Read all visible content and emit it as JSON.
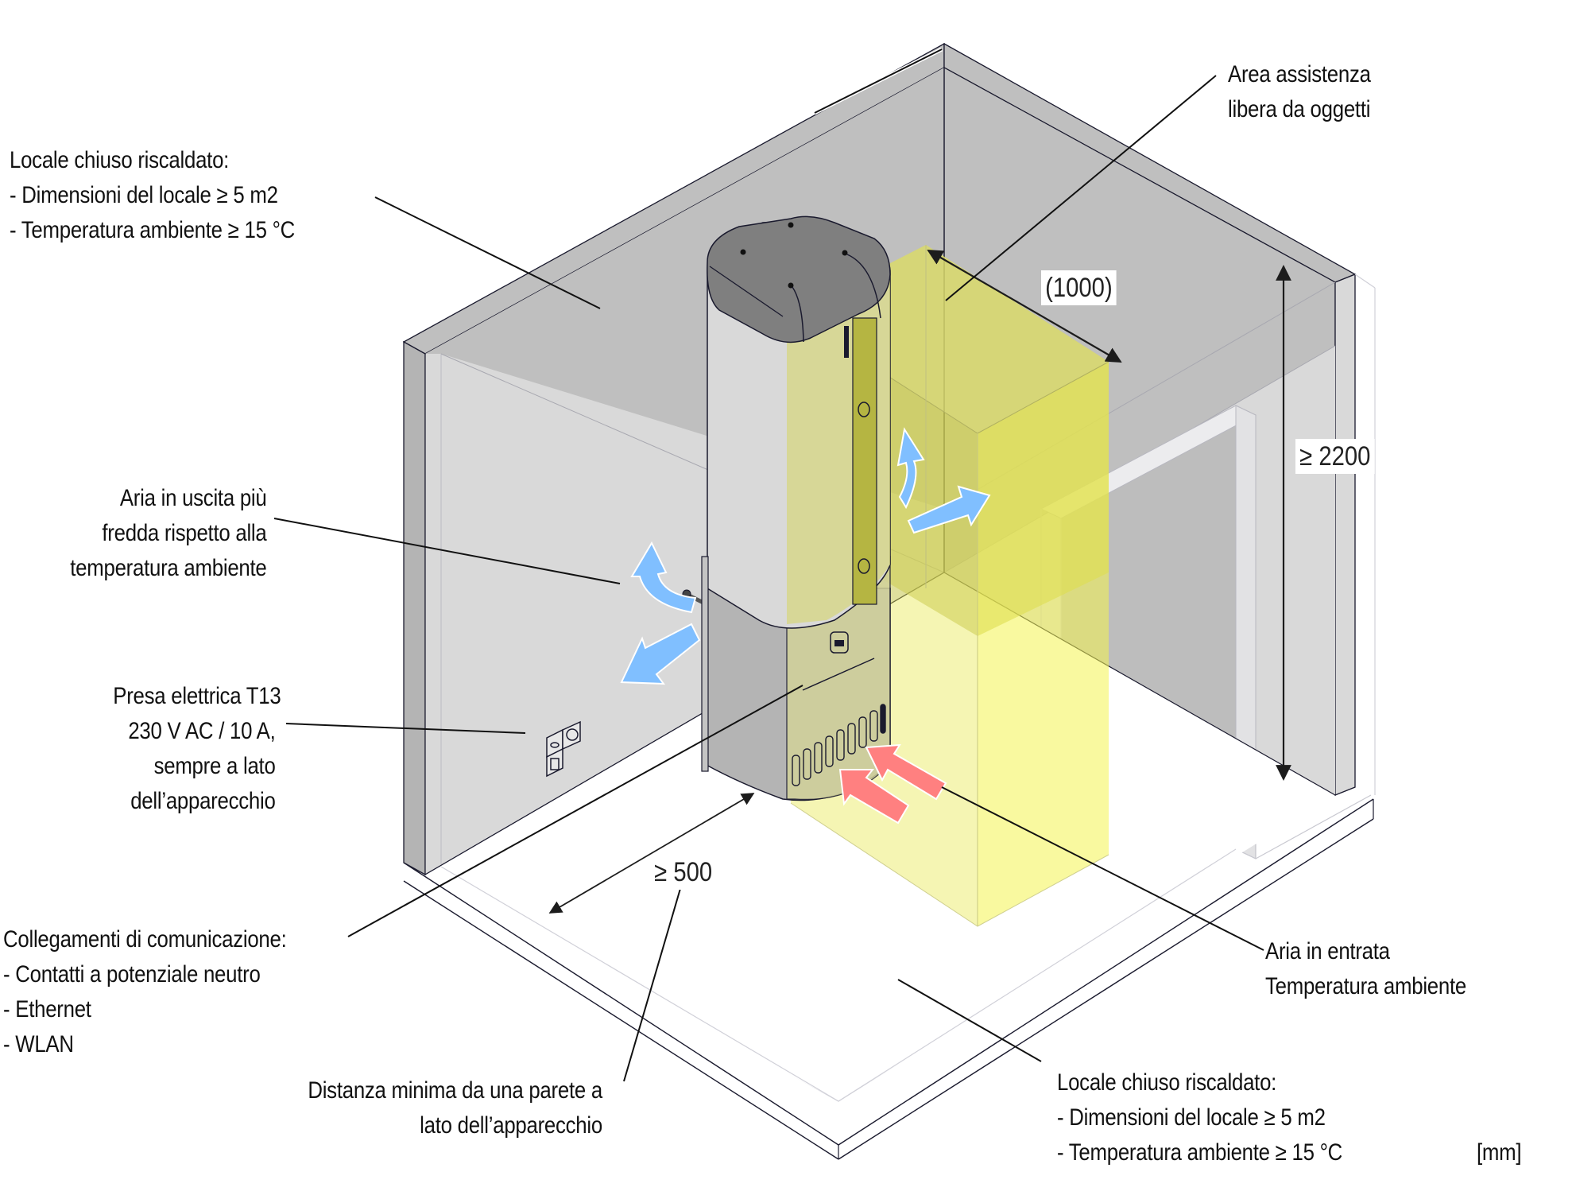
{
  "labels": {
    "room_top_left": {
      "title": "Locale chiuso riscaldato:",
      "line1": "- Dimensioni del locale ≥ 5 m2",
      "line2": "- Temperatura ambiente ≥ 15 °C"
    },
    "service_area": {
      "line1": "Area assistenza",
      "line2": "libera da oggetti"
    },
    "air_out": {
      "line1": "Aria in uscita più",
      "line2": "fredda rispetto alla",
      "line3": "temperatura ambiente"
    },
    "socket": {
      "line1": "Presa elettrica T13",
      "line2": "230 V AC / 10 A,",
      "line3": "sempre a lato",
      "line4": "dell’apparecchio"
    },
    "communication": {
      "title": "Collegamenti di comunicazione:",
      "item1": "- Contatti a potenziale neutro",
      "item2": "- Ethernet",
      "item3": "- WLAN"
    },
    "min_distance": {
      "line1": "Distanza minima da una parete a",
      "line2": "lato dell’apparecchio"
    },
    "air_in": {
      "line1": "Aria in entrata",
      "line2": "Temperatura ambiente"
    },
    "room_bottom_right": {
      "title": "Locale chiuso riscaldato:",
      "line1": "- Dimensioni del locale ≥ 5 m2",
      "line2": "- Temperatura ambiente ≥ 15 °C"
    },
    "unit": "[mm]"
  },
  "dimensions": {
    "service_depth": "(1000)",
    "min_height": "≥ 2200",
    "side_clearance": "≥ 500"
  },
  "colors": {
    "wall_dark": "#bfbfbf",
    "wall_light": "#d9d9d9",
    "wall_edge": "#b4b4b4",
    "service_zone": "#e8e84a",
    "device_top": "#7f7f7f",
    "cold_air": "#80bfff",
    "warm_air": "#ff8080",
    "line": "#1a1a2e"
  }
}
